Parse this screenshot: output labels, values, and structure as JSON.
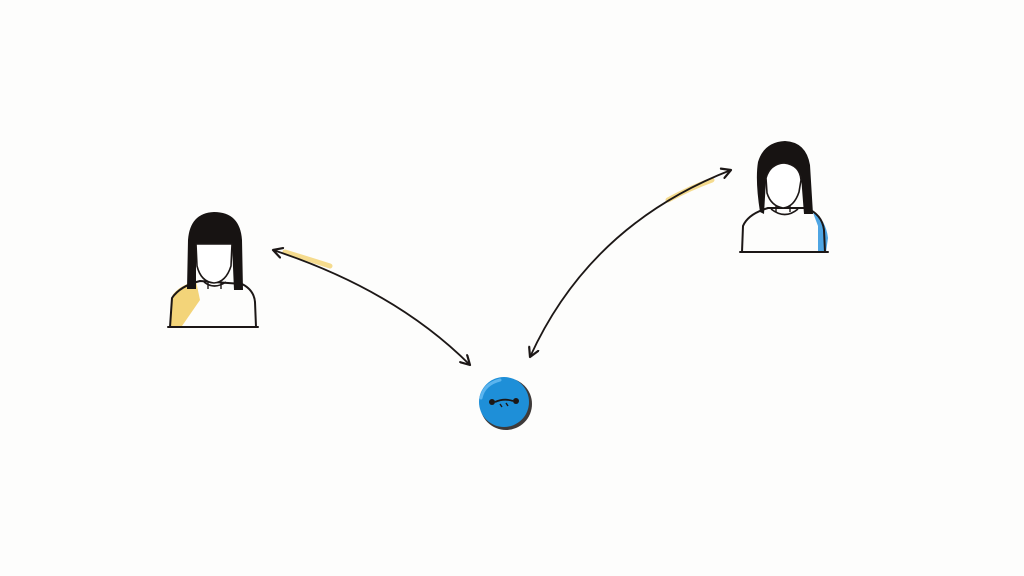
{
  "diagram": {
    "nodes": [
      {
        "id": "person-left",
        "kind": "person",
        "accent_color": "#f2cf6a"
      },
      {
        "id": "person-right",
        "kind": "person",
        "accent_color": "#3b9be0"
      },
      {
        "id": "hub",
        "kind": "chat-bubble",
        "color": "#1e8fd8"
      }
    ],
    "edges": [
      {
        "from": "person-left",
        "to": "hub",
        "direction": "both"
      },
      {
        "from": "person-right",
        "to": "hub",
        "direction": "both"
      }
    ]
  },
  "colors": {
    "background": "#fdfdfc",
    "ink": "#1c1716",
    "hair": "#171312",
    "yellow_highlight": "#f2cf6a",
    "blue_highlight": "#3b9be0",
    "hub_blue": "#1e8fd8"
  },
  "icons": [
    "person-left-icon",
    "person-right-icon",
    "chat-hub-icon",
    "bidirectional-arrow"
  ]
}
